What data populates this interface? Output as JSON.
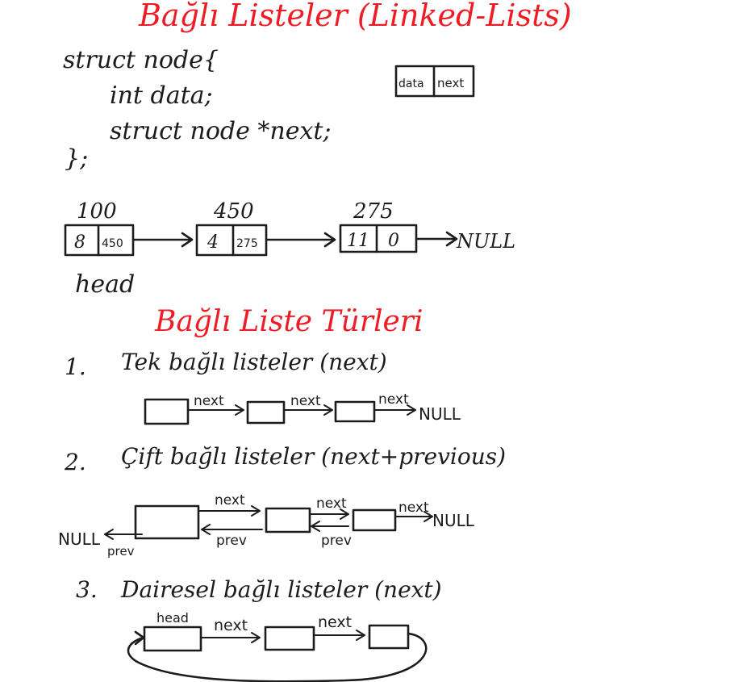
{
  "title": "Bağlı Listeler (Linked-Lists)",
  "struct_code": {
    "line1": "struct node{",
    "line2": "int data;",
    "line3": "struct node *next;",
    "line4": "};"
  },
  "node_sketch": {
    "data_label": "data",
    "next_label": "next"
  },
  "example_list": {
    "nodes": [
      {
        "address": "100",
        "data": "8",
        "next": "450"
      },
      {
        "address": "450",
        "data": "4",
        "next": "275"
      },
      {
        "address": "275",
        "data": "11",
        "next": "0"
      }
    ],
    "terminator": "NULL",
    "head_label": "head"
  },
  "types_heading": "Bağlı Liste Türleri",
  "types": [
    {
      "number": "1.",
      "title": "Tek bağlı listeler (next)",
      "link_labels": [
        "next",
        "next",
        "next"
      ],
      "end_label": "NULL"
    },
    {
      "number": "2.",
      "title": "Çift bağlı listeler (next+previous)",
      "next_labels": [
        "next",
        "next",
        "next"
      ],
      "prev_labels": [
        "prev",
        "prev",
        "prev"
      ],
      "end_label_right": "NULL",
      "end_label_left": "NULL"
    },
    {
      "number": "3.",
      "title": "Dairesel bağlı listeler (next)",
      "head_label": "head",
      "link_labels": [
        "next",
        "next"
      ]
    }
  ]
}
